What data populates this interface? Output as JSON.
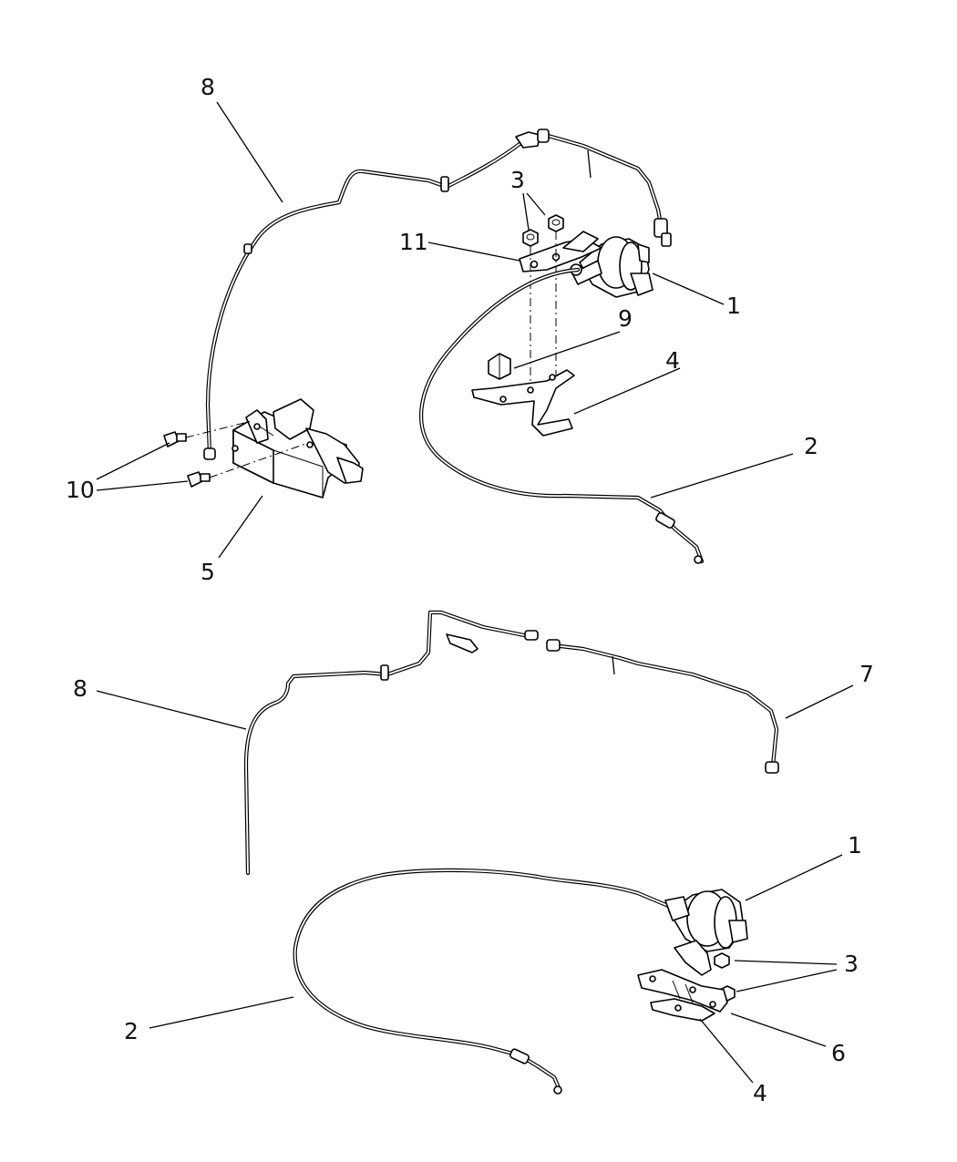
{
  "callouts": {
    "upper_8": "8",
    "upper_3": "3",
    "upper_11": "11",
    "upper_1": "1",
    "upper_9": "9",
    "upper_4": "4",
    "upper_2": "2",
    "upper_10": "10",
    "upper_5": "5",
    "middle_8": "8",
    "middle_7": "7",
    "lower_1": "1",
    "lower_3": "3",
    "lower_2": "2",
    "lower_6": "6",
    "lower_4": "4"
  }
}
